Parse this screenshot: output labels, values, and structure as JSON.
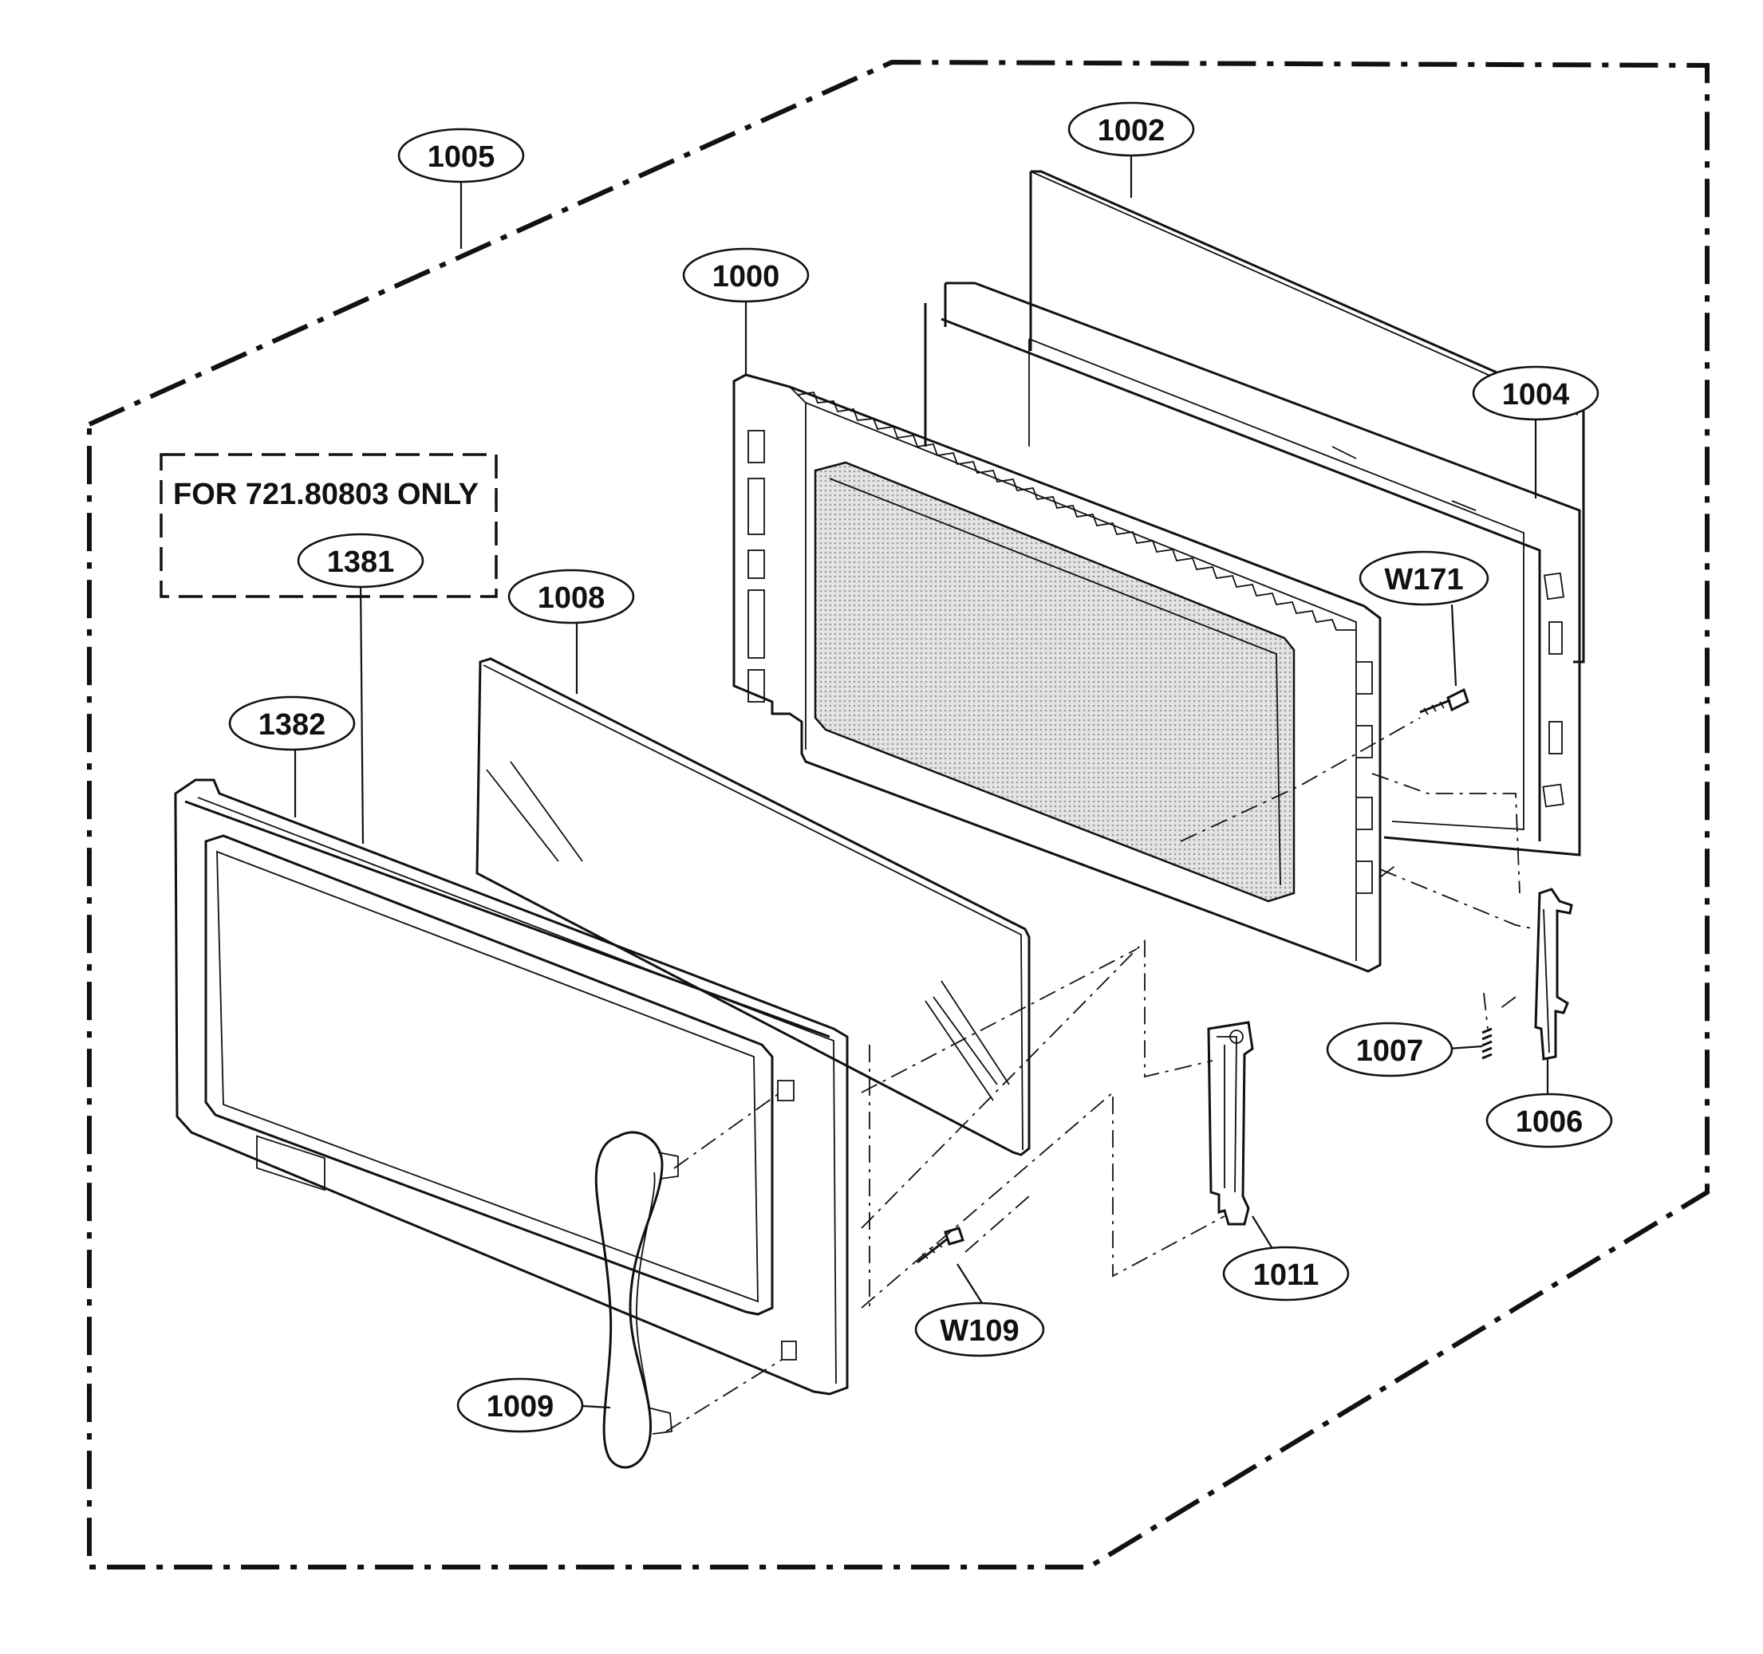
{
  "note": {
    "text": "FOR 721.80803 ONLY"
  },
  "labels": {
    "p1005": "1005",
    "p1002": "1002",
    "p1000": "1000",
    "p1004": "1004",
    "pW171": "W171",
    "p1381": "1381",
    "p1008": "1008",
    "p1382": "1382",
    "p1007": "1007",
    "p1006": "1006",
    "p1011": "1011",
    "pW109": "W109",
    "p1009": "1009"
  },
  "colors": {
    "ink": "#111111",
    "paper": "#ffffff",
    "mesh": "#d6d6d6"
  }
}
